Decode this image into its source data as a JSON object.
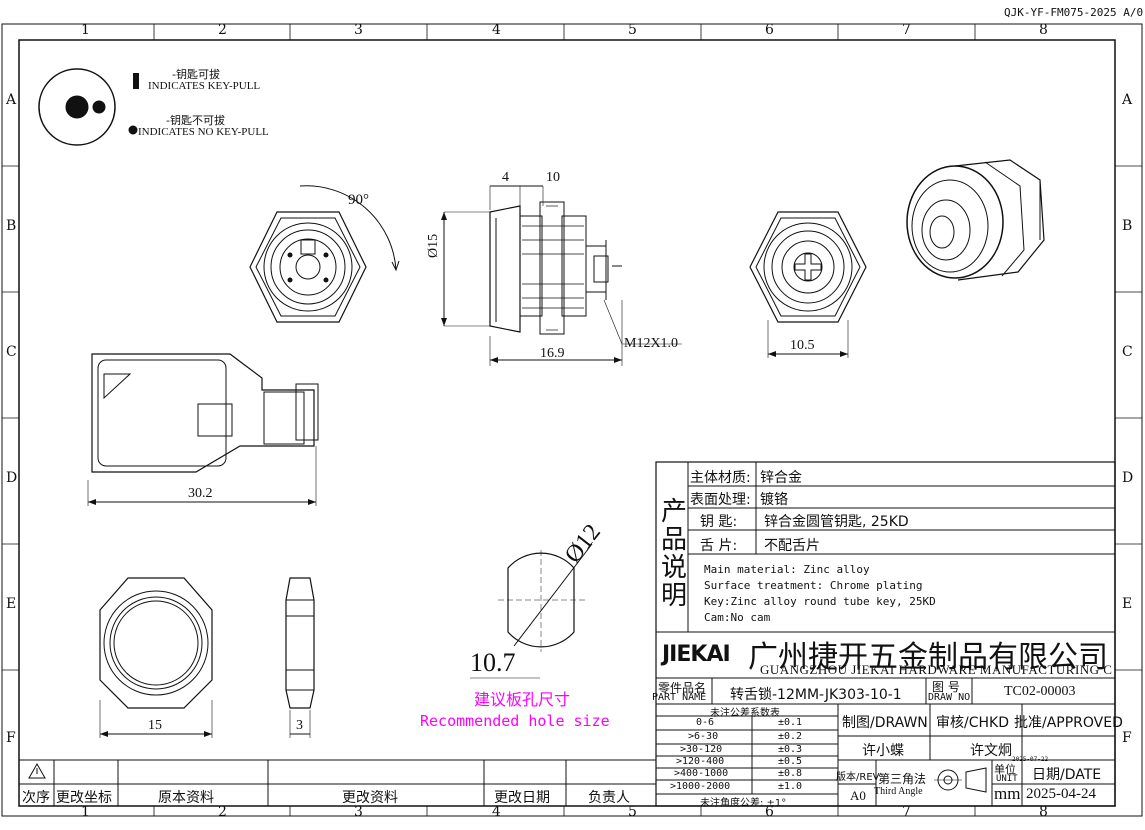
{
  "doc_code": "QJK-YF-FM075-2025 A/0",
  "zones": {
    "cols": [
      "1",
      "2",
      "3",
      "4",
      "5",
      "6",
      "7",
      "8"
    ],
    "rows": [
      "A",
      "B",
      "C",
      "D",
      "E",
      "F"
    ]
  },
  "legend": {
    "keypull_cn": "-钥匙可拔",
    "keypull_en": "INDICATES KEY-PULL",
    "nokeypull_cn": "-钥匙不可拔",
    "nokeypull_en": "INDICATES NO KEY-PULL"
  },
  "dims": {
    "angle": "90°",
    "d4": "4",
    "d10": "10",
    "dia15": "Ø15",
    "thread": "M12X1.0",
    "d16_9": "16.9",
    "d10_5": "10.5",
    "d30_2": "30.2",
    "d15": "15",
    "d3": "3",
    "dia12": "Ø12",
    "d10_7": "10.7"
  },
  "hole_note": {
    "cn": "建议板孔尺寸",
    "en": "Recommended hole size"
  },
  "spec": {
    "vertical_title": [
      "产",
      "品",
      "说",
      "明"
    ],
    "rows": [
      {
        "label": "主体材质:",
        "value": "锌合金"
      },
      {
        "label": "表面处理:",
        "value": "镀铬"
      },
      {
        "label": "钥  匙:",
        "value": "锌合金圆管钥匙, 25KD"
      },
      {
        "label": "舌  片:",
        "value": "不配舌片"
      }
    ],
    "en_lines": [
      "Main material: Zinc alloy",
      "Surface treatment: Chrome plating",
      "Key:Zinc alloy round tube key, 25KD",
      "Cam:No cam"
    ]
  },
  "company": {
    "logo": "JIEKAI",
    "name_cn": "广州捷开五金制品有限公司",
    "name_en": "GUANGZHOU JIEKAI HARDWARE MANUFACTURING CO.,LTD"
  },
  "part": {
    "name_label_cn": "零件品名",
    "name_label_en": "PART NAME",
    "name": "转舌锁-12MM-JK303-10-1",
    "drawno_label_cn": "图  号",
    "drawno_label_en": "DRAW NO",
    "drawno": "TC02-00003"
  },
  "tolerance": {
    "title": "未注公差系数表",
    "rows": [
      {
        "range": "0-6",
        "tol": "±0.1"
      },
      {
        "range": ">6-30",
        "tol": "±0.2"
      },
      {
        "range": ">30-120",
        "tol": "±0.3"
      },
      {
        "range": ">120-400",
        "tol": "±0.5"
      },
      {
        "range": ">400-1000",
        "tol": "±0.8"
      },
      {
        "range": ">1000-2000",
        "tol": "±1.0"
      }
    ],
    "angle": "未注角度公差: ±1°"
  },
  "sign": {
    "drawn": "制图/DRAWN",
    "chkd": "审核/CHKD",
    "approved": "批准/APPROVED",
    "drawn_name": "许小蝶",
    "approved_name": "许文炯",
    "rev_label": "版本/REV",
    "rev": "A0",
    "third_angle_cn": "第三角法",
    "third_angle_en": "Third Angle",
    "unit_cn": "单位",
    "unit_en": "UNIT",
    "unit": "mm",
    "date_label": "日期/DATE",
    "date": "2025-04-24",
    "tiny_date": "2025-07-22"
  },
  "revision_table": {
    "headers": [
      "次序",
      "更改坐标",
      "原本资料",
      "更改资料",
      "更改日期",
      "负责人"
    ]
  }
}
